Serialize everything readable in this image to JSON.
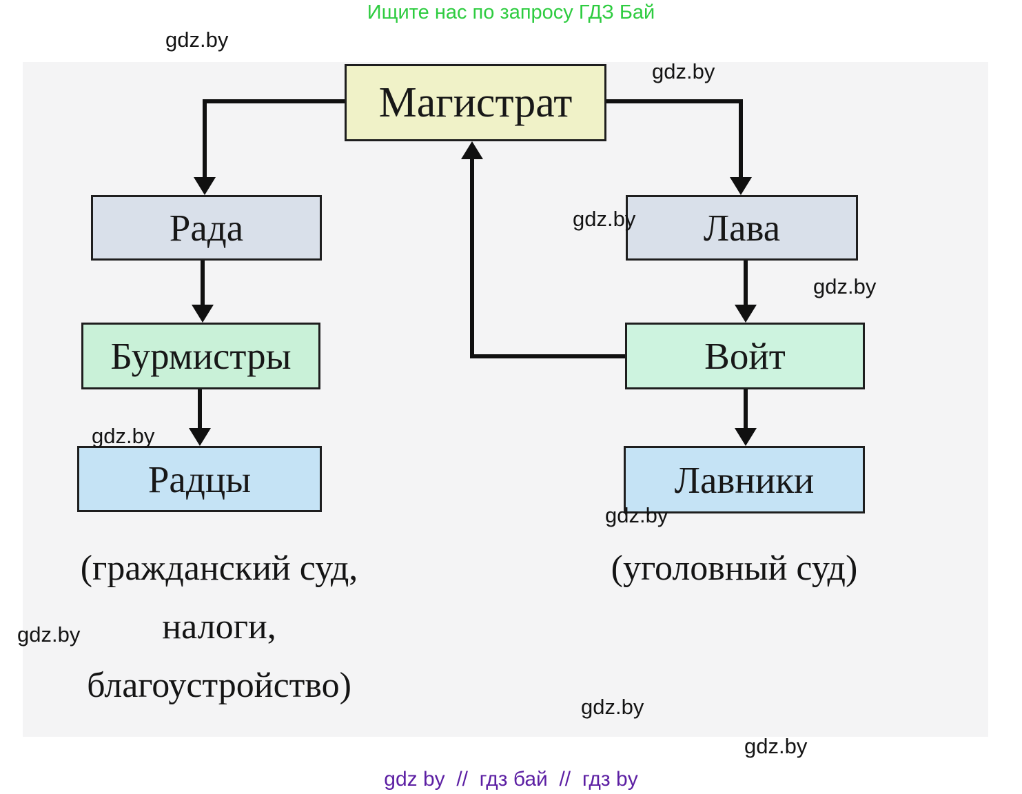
{
  "banner": {
    "text": "Ищите нас по запросу ГДЗ Бай",
    "color": "#2ecc40"
  },
  "watermark": {
    "text": "gdz.by"
  },
  "footer": {
    "text": "gdz by  //  гдз бай  //  гдз by",
    "color": "#5c1fa3"
  },
  "diagram": {
    "panel_background": "#f4f4f5",
    "nodes": {
      "magistrat": {
        "label": "Магистрат",
        "fill": "#f0f2c8"
      },
      "rada": {
        "label": "Рада",
        "fill": "#d9e0ea"
      },
      "lava": {
        "label": "Лава",
        "fill": "#d9e0ea"
      },
      "burmistry": {
        "label": "Бурмистры",
        "fill": "#c9f1d8"
      },
      "voit": {
        "label": "Войт",
        "fill": "#cdf3df"
      },
      "radtsy": {
        "label": "Радцы",
        "fill": "#c5e3f5"
      },
      "lavniki": {
        "label": "Лавники",
        "fill": "#c5e3f5"
      }
    },
    "edges": [
      "Магистрат → Рада",
      "Магистрат → Лава",
      "Рада → Бурмистры",
      "Бурмистры → Радцы",
      "Лава → Войт",
      "Войт → Лавники",
      "Войт → Магистрат"
    ],
    "caption_left": {
      "line1": "(гражданский суд,",
      "line2": "налоги,",
      "line3": "благоустройство)"
    },
    "caption_right": "(уголовный суд)"
  }
}
